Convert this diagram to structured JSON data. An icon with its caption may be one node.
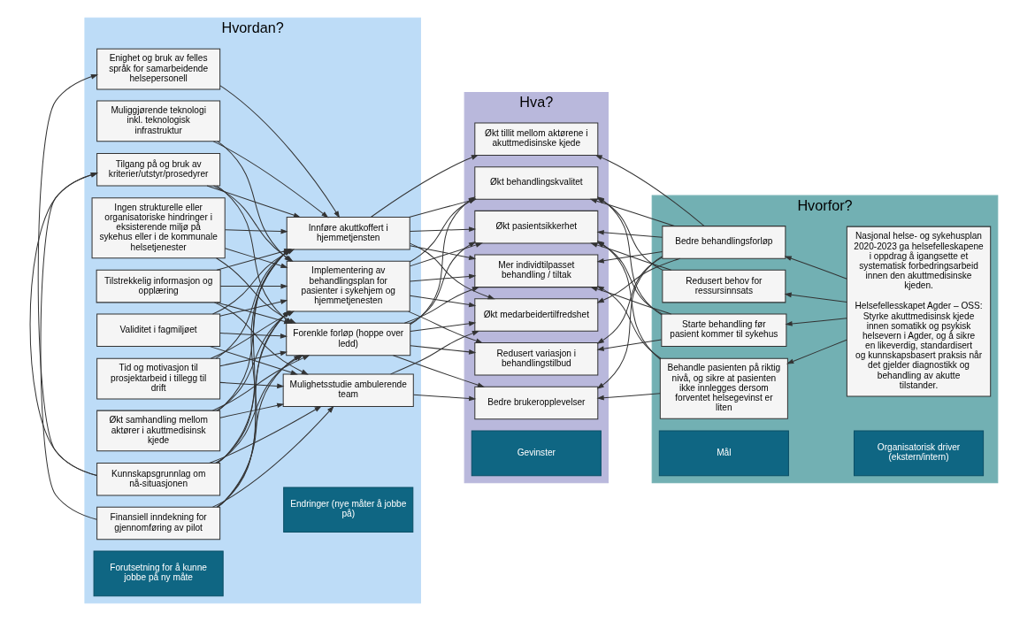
{
  "diagram": {
    "nodes": [
      {
        "text": [
          "Hvordan?"
        ]
      },
      {
        "text": [
          "Enighet og bruk av felles språk for samarbeidende helsepersonell"
        ],
        "in": 0
      },
      {
        "text": [
          "Kunnskapsgrunnlag om nå-situasjonen"
        ],
        "in": 0
      },
      {
        "text": [
          "Tilgang på og bruk av kriterier/utstyr/prosedyrer"
        ],
        "in": 0
      },
      {
        "text": [
          "Finansiell inndekning for gjennomføring av pilot"
        ],
        "in": 0
      },
      {
        "text": [
          "Tilstrekkelig informasjon og opplæring"
        ],
        "in": 0
      },
      {
        "text": [
          "Validitet i fagmiljøet"
        ],
        "in": 0
      },
      {
        "text": [
          "Ingen strukturelle eller organisatoriske hindringer i eksisterende miljø på sykehus eller i de kommunale helsetjenester"
        ],
        "in": 0
      },
      {
        "text": [
          "Tid og motivasjon til prosjektarbeid i tillegg til drift"
        ],
        "in": 0
      },
      {
        "text": [
          "Økt samhandling mellom aktører i akuttmedisinsk kjede"
        ],
        "in": 0
      },
      {
        "text": [
          "Muliggjørende teknologi inkl. teknologisk infrastruktur"
        ],
        "in": 0
      },
      {
        "text": [
          "Innføre akuttkoffert i hjemmetjensten"
        ],
        "in": 0
      },
      {
        "text": [
          "Implementering av behandlingsplan for pasienter i sykehjem og hjemmetjenesten"
        ],
        "in": 0
      },
      {
        "text": [
          "Forenkle forløp (hoppe over ledd)"
        ],
        "in": 0
      },
      {
        "text": [
          "Mulighetsstudie ambulerende team"
        ],
        "in": 0
      },
      {
        "text": [
          "Forutsetning for å kunne jobbe på ny måte"
        ],
        "in": 0
      },
      {
        "text": [
          "Endringer (nye måter å jobbe på)"
        ],
        "in": 0
      },
      {
        "text": [
          "Hva?"
        ]
      },
      {
        "text": [
          "Økt medarbeidertilfredshet"
        ],
        "in": 17
      },
      {
        "text": [
          "Bedre brukeropplevelser"
        ],
        "in": 17
      },
      {
        "text": [
          "Økt tillit mellom aktørene i akuttmedisinske kjede"
        ],
        "in": 17
      },
      {
        "text": [
          "Økt behandlingskvalitet"
        ],
        "in": 17
      },
      {
        "text": [
          "Økt pasientsikkerhet"
        ],
        "in": 17
      },
      {
        "text": [
          "Redusert variasjon i behandlingstilbud"
        ],
        "in": 17
      },
      {
        "text": [
          "Mer individtilpasset behandling / tiltak"
        ],
        "in": 17
      },
      {
        "text": [
          "Gevinster"
        ],
        "in": 17
      },
      {
        "text": [
          "Hvorfor?"
        ]
      },
      {
        "text": [
          "Bedre behandlingsforløp"
        ],
        "in": 26
      },
      {
        "text": [
          "Redusert behov for ressursinnsats"
        ],
        "in": 26
      },
      {
        "text": [
          "Starte behandling før pasient kommer til sykehus"
        ],
        "in": 26
      },
      {
        "text": [
          "Behandle pasienten på riktig nivå, og sikre at pasienten ikke innlegges dersom forventet helsegevinst er liten"
        ],
        "in": 26
      },
      {
        "text": [
          "Nasjonal helse- og sykehusplan 2020-2023 ga helsefelleskapene i oppdrag å igangsette et systematisk forbedringsarbeid innen den akuttmedisinske kjeden.",
          "Helsefellesskapet Agder – OSS: Styrke akuttmedisinsk kjede innen somatikk og psykisk helsevern i Agder, og å sikre en likeverdig, standardisert og kunnskapsbasert praksis når det gjelder diagnostikk og behandling av akutte tilstander."
        ],
        "in": 26
      },
      {
        "text": [
          "Mål"
        ],
        "in": 26
      },
      {
        "text": [
          "Organisatorisk driver (ekstern/intern)"
        ],
        "in": 26
      }
    ],
    "edges": [
      {
        "from": 2,
        "to": 1,
        "arrow": "to"
      },
      {
        "from": 2,
        "to": 3,
        "arrow": "to"
      },
      {
        "from": 4,
        "to": 3,
        "arrow": "to"
      },
      {
        "from": 1,
        "to": 11,
        "arrow": "to"
      },
      {
        "from": 2,
        "to": 11,
        "arrow": "to"
      },
      {
        "from": 2,
        "to": 12,
        "arrow": "to"
      },
      {
        "from": 2,
        "to": 13,
        "arrow": "to"
      },
      {
        "from": 2,
        "to": 14,
        "arrow": "to"
      },
      {
        "from": 3,
        "to": 11,
        "arrow": "to"
      },
      {
        "from": 3,
        "to": 12,
        "arrow": "to"
      },
      {
        "from": 3,
        "to": 13,
        "arrow": "to"
      },
      {
        "from": 4,
        "to": 11,
        "arrow": "to"
      },
      {
        "from": 4,
        "to": 12,
        "arrow": "to"
      },
      {
        "from": 4,
        "to": 13,
        "arrow": "to"
      },
      {
        "from": 4,
        "to": 14,
        "arrow": "to"
      },
      {
        "from": 5,
        "to": 11,
        "arrow": "to"
      },
      {
        "from": 5,
        "to": 12,
        "arrow": "to"
      },
      {
        "from": 5,
        "to": 13,
        "arrow": "to"
      },
      {
        "from": 5,
        "to": 14,
        "arrow": "to"
      },
      {
        "from": 6,
        "to": 11,
        "arrow": "to"
      },
      {
        "from": 6,
        "to": 12,
        "arrow": "to"
      },
      {
        "from": 6,
        "to": 13,
        "arrow": "to"
      },
      {
        "from": 6,
        "to": 14,
        "arrow": "to"
      },
      {
        "from": 7,
        "to": 11,
        "arrow": "to"
      },
      {
        "from": 7,
        "to": 12,
        "arrow": "to"
      },
      {
        "from": 7,
        "to": 13,
        "arrow": "to"
      },
      {
        "from": 8,
        "to": 11,
        "arrow": "to"
      },
      {
        "from": 8,
        "to": 12,
        "arrow": "to"
      },
      {
        "from": 8,
        "to": 13,
        "arrow": "to"
      },
      {
        "from": 8,
        "to": 14,
        "arrow": "to"
      },
      {
        "from": 9,
        "to": 11,
        "arrow": "to"
      },
      {
        "from": 9,
        "to": 12,
        "arrow": "to"
      },
      {
        "from": 9,
        "to": 13,
        "arrow": "to"
      },
      {
        "from": 9,
        "to": 14,
        "arrow": "to"
      },
      {
        "from": 10,
        "to": 11,
        "arrow": "to"
      },
      {
        "from": 10,
        "to": 12,
        "arrow": "to"
      },
      {
        "from": 11,
        "to": 18,
        "arrow": "to"
      },
      {
        "from": 11,
        "to": 20,
        "arrow": "to"
      },
      {
        "from": 11,
        "to": 21,
        "arrow": "to"
      },
      {
        "from": 11,
        "to": 22,
        "arrow": "to"
      },
      {
        "from": 11,
        "to": 24,
        "arrow": "to"
      },
      {
        "from": 12,
        "to": 18,
        "arrow": "to"
      },
      {
        "from": 12,
        "to": 21,
        "arrow": "to"
      },
      {
        "from": 12,
        "to": 22,
        "arrow": "to"
      },
      {
        "from": 12,
        "to": 23,
        "arrow": "to"
      },
      {
        "from": 12,
        "to": 24,
        "arrow": "to"
      },
      {
        "from": 13,
        "to": 18,
        "arrow": "to"
      },
      {
        "from": 13,
        "to": 19,
        "arrow": "to"
      },
      {
        "from": 13,
        "to": 21,
        "arrow": "to"
      },
      {
        "from": 13,
        "to": 22,
        "arrow": "to"
      },
      {
        "from": 13,
        "to": 23,
        "arrow": "to"
      },
      {
        "from": 13,
        "to": 24,
        "arrow": "to"
      },
      {
        "from": 14,
        "to": 18,
        "arrow": "to"
      },
      {
        "from": 14,
        "to": 19,
        "arrow": "to"
      },
      {
        "from": 27,
        "to": 18,
        "arrow": "to"
      },
      {
        "from": 27,
        "to": 19,
        "arrow": "to"
      },
      {
        "from": 27,
        "to": 20,
        "arrow": "to"
      },
      {
        "from": 27,
        "to": 21,
        "arrow": "to"
      },
      {
        "from": 27,
        "to": 22,
        "arrow": "to"
      },
      {
        "from": 27,
        "to": 23,
        "arrow": "to"
      },
      {
        "from": 27,
        "to": 24,
        "arrow": "to"
      },
      {
        "from": 28,
        "to": 21,
        "arrow": "to"
      },
      {
        "from": 28,
        "to": 22,
        "arrow": "to"
      },
      {
        "from": 29,
        "to": 21,
        "arrow": "to"
      },
      {
        "from": 29,
        "to": 22,
        "arrow": "to"
      },
      {
        "from": 29,
        "to": 23,
        "arrow": "to"
      },
      {
        "from": 29,
        "to": 24,
        "arrow": "to"
      },
      {
        "from": 30,
        "to": 19,
        "arrow": "to"
      },
      {
        "from": 30,
        "to": 22,
        "arrow": "to"
      },
      {
        "from": 30,
        "to": 24,
        "arrow": "to"
      },
      {
        "from": 31,
        "to": 27,
        "arrow": "to"
      },
      {
        "from": 31,
        "to": 28,
        "arrow": "to"
      },
      {
        "from": 31,
        "to": 29,
        "arrow": "to"
      },
      {
        "from": 31,
        "to": 30,
        "arrow": "to"
      }
    ]
  }
}
